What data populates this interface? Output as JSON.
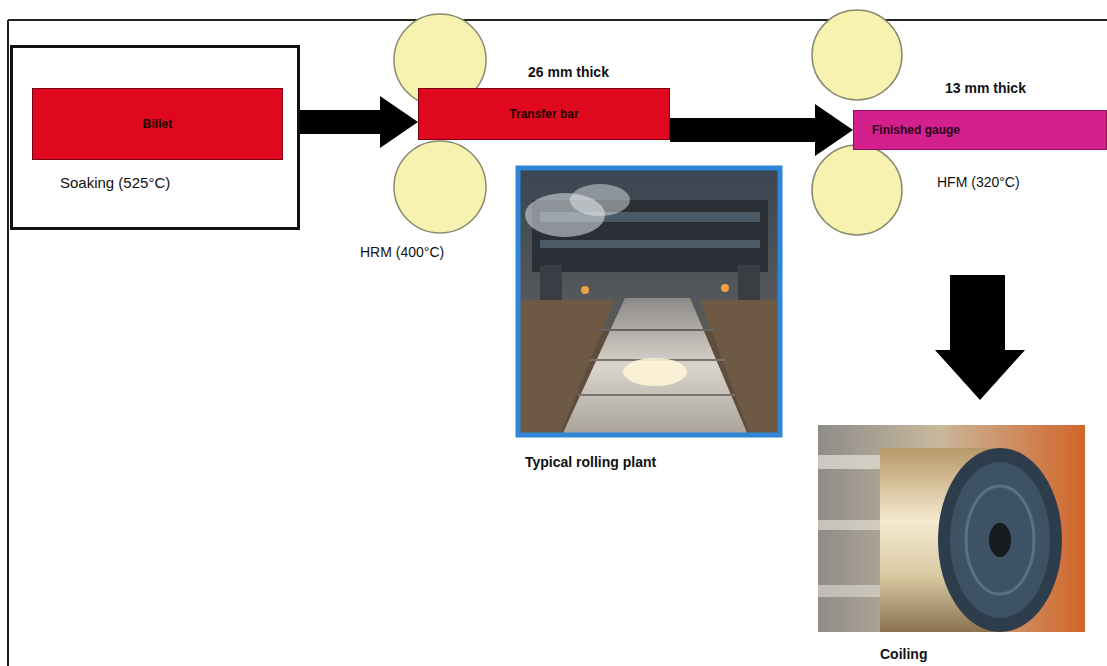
{
  "diagram": {
    "nodes": [
      {
        "text": [
          "Soaking (525°C)"
        ]
      },
      {
        "text": [
          "Billet"
        ],
        "in": 0
      },
      {
        "text": [
          "Transfer bar"
        ]
      },
      {
        "text": [
          "Finished gauge"
        ]
      }
    ],
    "edges": [
      {
        "from": 0,
        "to": 2,
        "arrow": "to"
      },
      {
        "from": 2,
        "to": 3,
        "arrow": "to"
      }
    ],
    "labels": [
      "26 mm thick",
      "HRM (400°C)",
      "13 mm thick",
      "HFM (320°C)",
      "Typical rolling plant",
      "Coiling"
    ]
  }
}
